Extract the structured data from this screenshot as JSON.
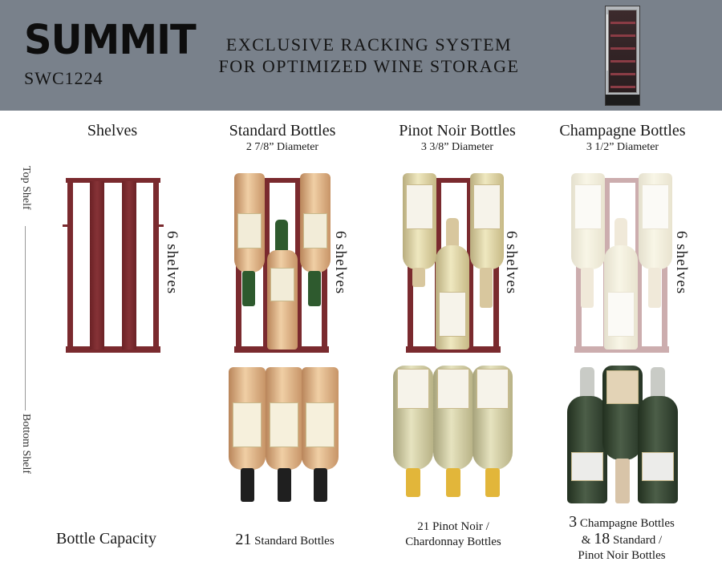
{
  "header": {
    "brand": "SUMMIT",
    "model": "SWC1224",
    "headline_line1": "EXCLUSIVE RACKING SYSTEM",
    "headline_line2": "FOR OPTIMIZED WINE STORAGE",
    "background_color": "#79818b",
    "product_image": "wine-cooler-fridge-icon"
  },
  "side_axis": {
    "top_label": "Top Shelf",
    "bottom_label": "Bottom Shelf"
  },
  "columns": [
    {
      "title": "Shelves",
      "subtitle": "",
      "shelf_count": "6 shelves"
    },
    {
      "title": "Standard Bottles",
      "subtitle": "2 7/8” Diameter",
      "shelf_count": "6 shelves"
    },
    {
      "title": "Pinot Noir Bottles",
      "subtitle": "3 3/8” Diameter",
      "shelf_count": "6 shelves"
    },
    {
      "title": "Champagne Bottles",
      "subtitle": "3 1/2” Diameter",
      "shelf_count": "6 shelves"
    }
  ],
  "capacity": {
    "label": "Bottle Capacity",
    "standard": {
      "number": "21",
      "text": "Standard Bottles"
    },
    "pinot": {
      "line1": "21 Pinot Noir /",
      "line2": "Chardonnay Bottles"
    },
    "champagne": {
      "num1": "3",
      "text1": "Champagne Bottles",
      "amp": "&",
      "num2": "18",
      "text2": "Standard /",
      "line3": "Pinot Noir Bottles"
    }
  },
  "colors": {
    "rack_wood": "#7a2a2e",
    "standard_bottle": "#e8c9a0",
    "pinot_bottle": "#e5dfb4",
    "champagne_bottle": "#3d4d3a",
    "gold_capsule": "#e2b63a"
  }
}
